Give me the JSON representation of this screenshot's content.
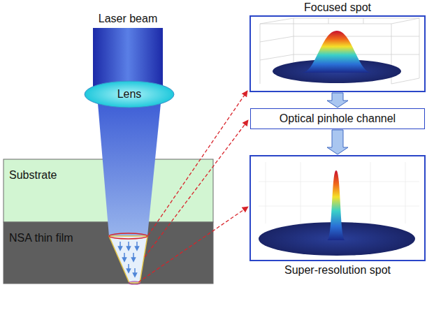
{
  "diagram": {
    "nodes": [
      {
        "text": [
          "Laser beam"
        ]
      },
      {
        "text": [
          "Lens"
        ]
      },
      {
        "text": [
          "Substrate"
        ]
      },
      {
        "text": [
          "NSA thin film"
        ]
      },
      {
        "text": [
          "Focused spot"
        ]
      },
      {
        "text": [
          "Optical pinhole channel"
        ]
      },
      {
        "text": [
          "Super-resolution spot"
        ]
      }
    ],
    "edges": [
      {
        "from": 4,
        "to": 5,
        "arrow": "to"
      },
      {
        "from": 5,
        "to": 6,
        "arrow": "to"
      }
    ]
  }
}
